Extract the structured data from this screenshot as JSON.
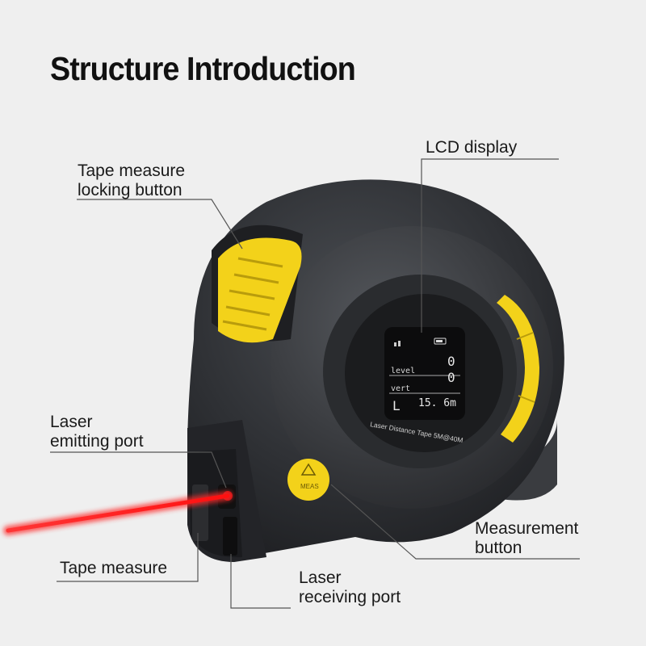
{
  "title": "Structure Introduction",
  "labels": {
    "lcd_display": "LCD display",
    "lock_button_line1": "Tape measure",
    "lock_button_line2": "locking button",
    "laser_emit_line1": "Laser",
    "laser_emit_line2": "emitting port",
    "tape_measure": "Tape measure",
    "measure_button_line1": "Measurement",
    "measure_button_line2": "button",
    "laser_receive_line1": "Laser",
    "laser_receive_line2": "receiving port"
  },
  "device": {
    "meas_button_label": "MEAS",
    "bezel_text": "Laser Distance Tape 5M@40M",
    "lcd": {
      "row1_label": "level",
      "row1_value": "0",
      "row2_label": "vert",
      "row2_value": "0",
      "row3_label": "L",
      "row3_value": "15. 6m"
    }
  },
  "colors": {
    "background": "#efefef",
    "body": "#2c2e31",
    "accent_yellow": "#f3d21a",
    "laser": "#ff1e1e"
  }
}
